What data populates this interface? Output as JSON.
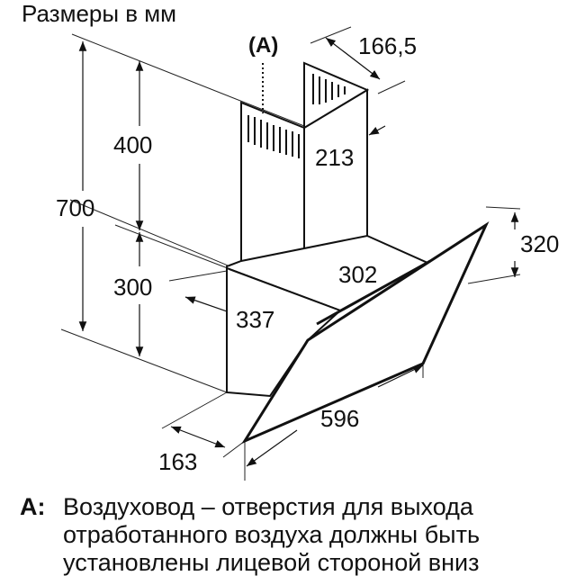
{
  "title": "Размеры в мм",
  "diagram": {
    "callout_label": "(A)",
    "dimensions": {
      "total_height": "700",
      "chimney_height": "400",
      "body_height": "300",
      "chimney_depth": "166,5",
      "chimney_width": "213",
      "base_width": "302",
      "base_depth": "337",
      "glass_height": "320",
      "width": "596",
      "front_offset": "163"
    }
  },
  "note": {
    "key": "A:",
    "lines": [
      "Воздуховод – отверстия для выхода",
      "отработанного воздуха должны быть",
      "установлены лицевой стороной вниз"
    ]
  }
}
